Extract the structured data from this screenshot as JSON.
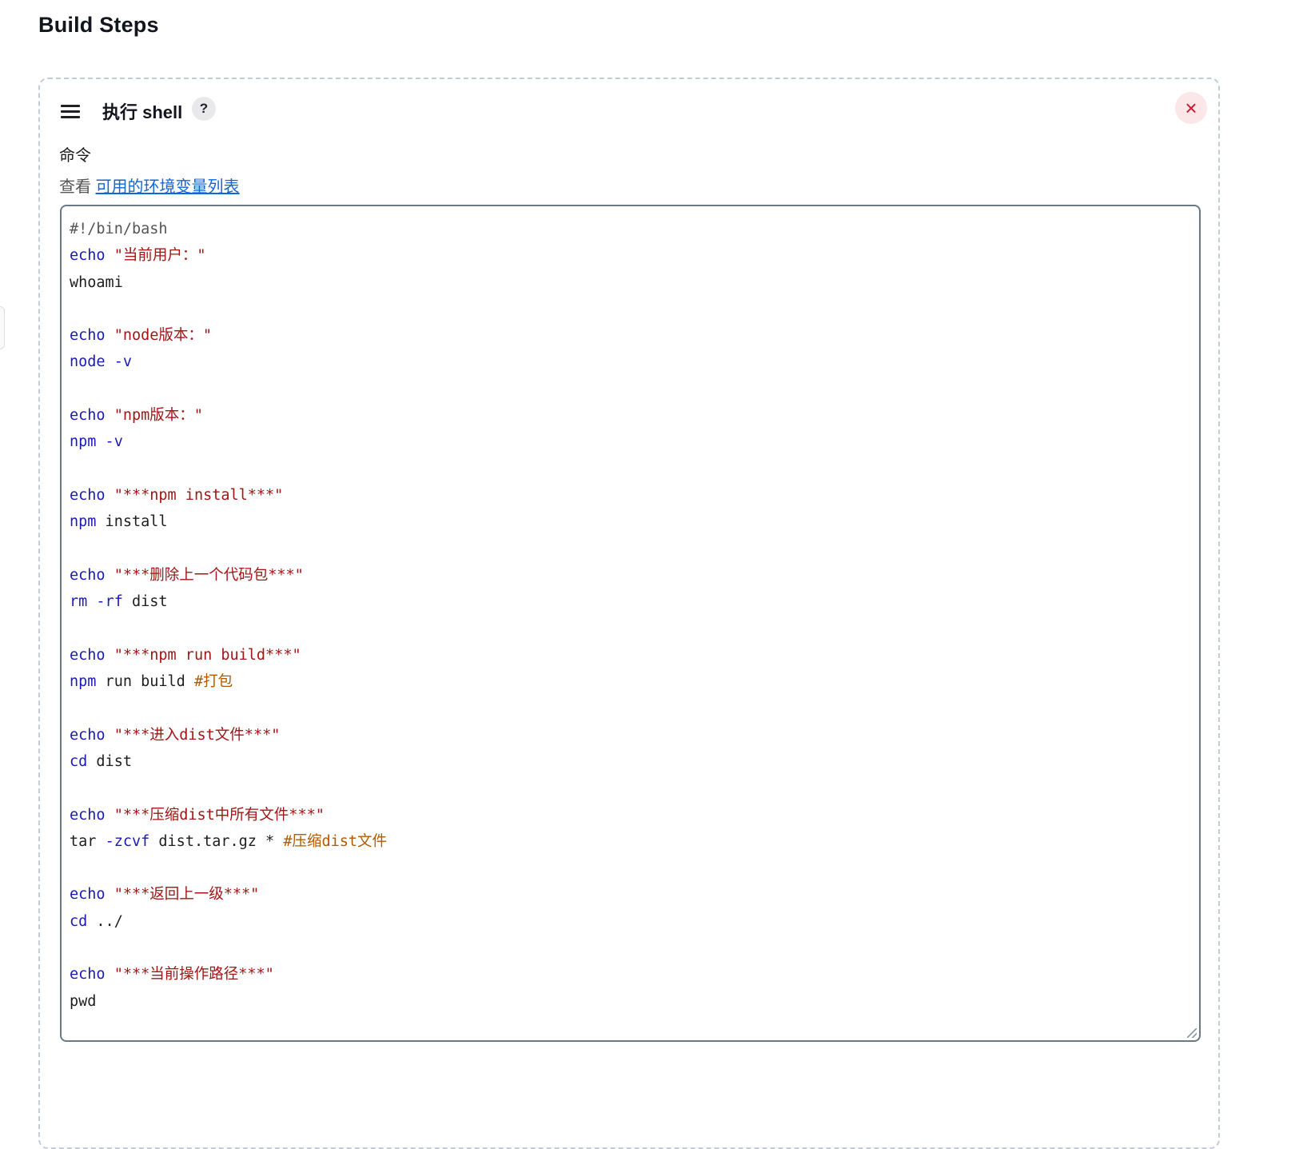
{
  "section": {
    "title": "Build Steps"
  },
  "step": {
    "title": "执行 shell",
    "help_label": "?",
    "close_label": "×",
    "field_label": "命令",
    "env_hint_prefix": "查看 ",
    "env_hint_link": "可用的环境变量列表"
  },
  "code_lines": [
    [
      {
        "t": "#!/bin/bash",
        "k": "shebang"
      }
    ],
    [
      {
        "t": "echo",
        "k": "kw"
      },
      {
        "t": " ",
        "k": "plain"
      },
      {
        "t": "\"当前用户：\"",
        "k": "str"
      }
    ],
    [
      {
        "t": "whoami",
        "k": "plain"
      }
    ],
    [],
    [
      {
        "t": "echo",
        "k": "kw"
      },
      {
        "t": " ",
        "k": "plain"
      },
      {
        "t": "\"node版本：\"",
        "k": "str"
      }
    ],
    [
      {
        "t": "node -v",
        "k": "kw"
      }
    ],
    [],
    [
      {
        "t": "echo",
        "k": "kw"
      },
      {
        "t": " ",
        "k": "plain"
      },
      {
        "t": "\"npm版本：\"",
        "k": "str"
      }
    ],
    [
      {
        "t": "npm -v",
        "k": "kw"
      }
    ],
    [],
    [
      {
        "t": "echo",
        "k": "kw"
      },
      {
        "t": " ",
        "k": "plain"
      },
      {
        "t": "\"***npm install***\"",
        "k": "str"
      }
    ],
    [
      {
        "t": "npm",
        "k": "kw"
      },
      {
        "t": " install",
        "k": "plain"
      }
    ],
    [],
    [
      {
        "t": "echo",
        "k": "kw"
      },
      {
        "t": " ",
        "k": "plain"
      },
      {
        "t": "\"***删除上一个代码包***\"",
        "k": "str"
      }
    ],
    [
      {
        "t": "rm -rf",
        "k": "kw"
      },
      {
        "t": " dist",
        "k": "plain"
      }
    ],
    [],
    [
      {
        "t": "echo",
        "k": "kw"
      },
      {
        "t": " ",
        "k": "plain"
      },
      {
        "t": "\"***npm run build***\"",
        "k": "str"
      }
    ],
    [
      {
        "t": "npm",
        "k": "kw"
      },
      {
        "t": " run build ",
        "k": "plain"
      },
      {
        "t": "#打包",
        "k": "cmt"
      }
    ],
    [],
    [
      {
        "t": "echo",
        "k": "kw"
      },
      {
        "t": " ",
        "k": "plain"
      },
      {
        "t": "\"***进入dist文件***\"",
        "k": "str"
      }
    ],
    [
      {
        "t": "cd",
        "k": "kw"
      },
      {
        "t": " dist",
        "k": "plain"
      }
    ],
    [],
    [
      {
        "t": "echo",
        "k": "kw"
      },
      {
        "t": " ",
        "k": "plain"
      },
      {
        "t": "\"***压缩dist中所有文件***\"",
        "k": "str"
      }
    ],
    [
      {
        "t": "tar ",
        "k": "plain"
      },
      {
        "t": "-zcvf",
        "k": "kw"
      },
      {
        "t": " dist.tar.gz * ",
        "k": "plain"
      },
      {
        "t": "#压缩dist文件",
        "k": "cmt"
      }
    ],
    [],
    [
      {
        "t": "echo",
        "k": "kw"
      },
      {
        "t": " ",
        "k": "plain"
      },
      {
        "t": "\"***返回上一级***\"",
        "k": "str"
      }
    ],
    [
      {
        "t": "cd",
        "k": "kw"
      },
      {
        "t": " ../",
        "k": "plain"
      }
    ],
    [],
    [
      {
        "t": "echo",
        "k": "kw"
      },
      {
        "t": " ",
        "k": "plain"
      },
      {
        "t": "\"***当前操作路径***\"",
        "k": "str"
      }
    ],
    [
      {
        "t": "pwd",
        "k": "plain"
      }
    ]
  ]
}
